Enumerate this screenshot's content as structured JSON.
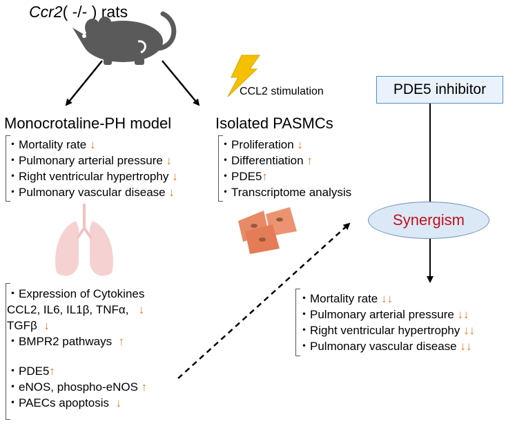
{
  "rat_title": {
    "gene": "Ccr2",
    "rest": "( -/- ) rats"
  },
  "stimulation_label": "CCL2 stimulation",
  "model_heading": "Monocrotaline-PH model",
  "pasmc_heading": "Isolated PASMCs",
  "inhibitor_label": "PDE5 inhibitor",
  "synergism_label": "Synergism",
  "model_results": [
    {
      "text": "・Mortality rate",
      "arrow": "↓"
    },
    {
      "text": "・Pulmonary arterial pressure",
      "arrow": "↓"
    },
    {
      "text": "・Right ventricular hypertrophy",
      "arrow": "↓"
    },
    {
      "text": "・Pulmonary vascular disease",
      "arrow": "↓"
    }
  ],
  "pasmc_results": [
    {
      "text": "・Proliferation",
      "arrow": "↓"
    },
    {
      "text": "・Differentiation",
      "arrow": "↑"
    },
    {
      "text": "・PDE5",
      "arrow": "↑"
    },
    {
      "text": "・Transcriptome analysis",
      "arrow": ""
    }
  ],
  "lung_results": {
    "cytokines_heading": "・Expression of Cytokines",
    "cytokines_line1": "CCL2, IL6, IL1β, TNFα,",
    "cytokines_line1_arrow": "↓",
    "cytokines_line2": "TGFβ",
    "cytokines_line2_arrow": "↓",
    "bmpr2": "・BMPR2 pathways",
    "bmpr2_arrow": "↑",
    "pde5": "・PDE5",
    "pde5_arrow": "↑",
    "enos": "・eNOS, phospho-eNOS",
    "enos_arrow": "↑",
    "apoptosis": "・PAECs apoptosis",
    "apoptosis_arrow": "↓"
  },
  "combo_results": [
    {
      "text": "・Mortality rate",
      "arrow": "↓↓"
    },
    {
      "text": "・Pulmonary arterial pressure",
      "arrow": "↓↓"
    },
    {
      "text": "・Right ventricular hypertrophy",
      "arrow": "↓↓"
    },
    {
      "text": "・Pulmonary vascular disease",
      "arrow": "↓↓"
    }
  ],
  "colors": {
    "arrow_orange": "#e07a2a",
    "synergism_red": "#c0121e",
    "rat_gray": "#5a5a5a",
    "lightning_yellow": "#f5c000",
    "cell_salmon": "#e98a66",
    "lung_pink": "#f4c9c9"
  },
  "icons": [
    "rat-icon",
    "lightning-icon",
    "lung-icon",
    "cells-icon"
  ]
}
